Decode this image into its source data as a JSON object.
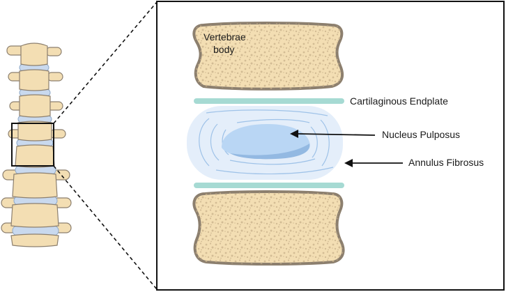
{
  "labels": {
    "vertebrae_line1": "Vertebrae",
    "vertebrae_line2": "body",
    "endplate": "Cartilaginous Endplate",
    "nucleus": "Nucleus Pulposus",
    "annulus": "Annulus Fibrosus"
  },
  "colors": {
    "bone_fill": "#f3deb3",
    "bone_outline": "#8c7f6e",
    "bone_speckle": "#c8b08a",
    "endplate": "#a6dad3",
    "annulus_fill": "#e4eefa",
    "annulus_lines": "#9ec2e8",
    "nucleus_fill": "#b9d6f4",
    "nucleus_shade": "#93b9e2",
    "spine_disc": "#c9d9ee"
  }
}
